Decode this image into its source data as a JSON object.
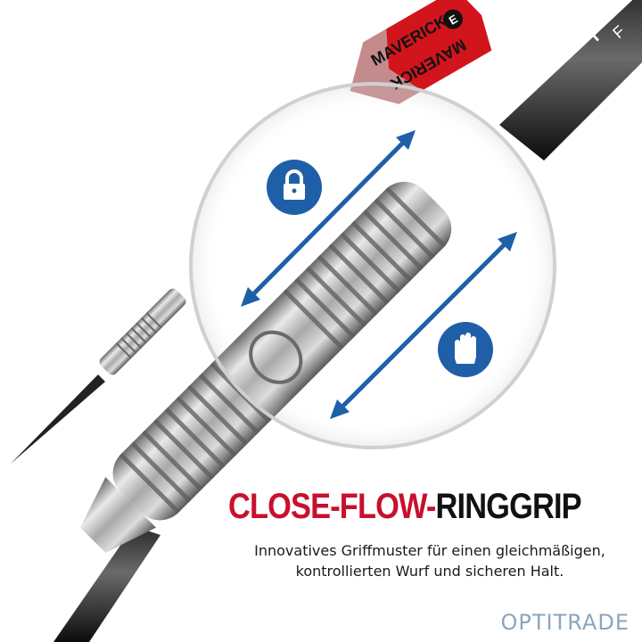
{
  "flight_text_top": "MAVERICK",
  "flight_text_bottom": "MAVERICK",
  "flight_logo": "E",
  "shaft_text": "P",
  "shaft_text_sub": "F",
  "headline_part1": "CLOSE-FLOW-",
  "headline_part2": "RINGGRIP",
  "subline_line1": "Innovatives Griffmuster für einen gleichmäßigen,",
  "subline_line2": "kontrollierten Wurf und sicheren Halt.",
  "watermark": "OPTITRADE",
  "icons": [
    "lock-icon",
    "hand-icon",
    "double-arrow-icon"
  ],
  "colors": {
    "accent_blue": "#1f5fa8",
    "headline_red": "#c8102e",
    "flight_red": "#d2141c"
  }
}
